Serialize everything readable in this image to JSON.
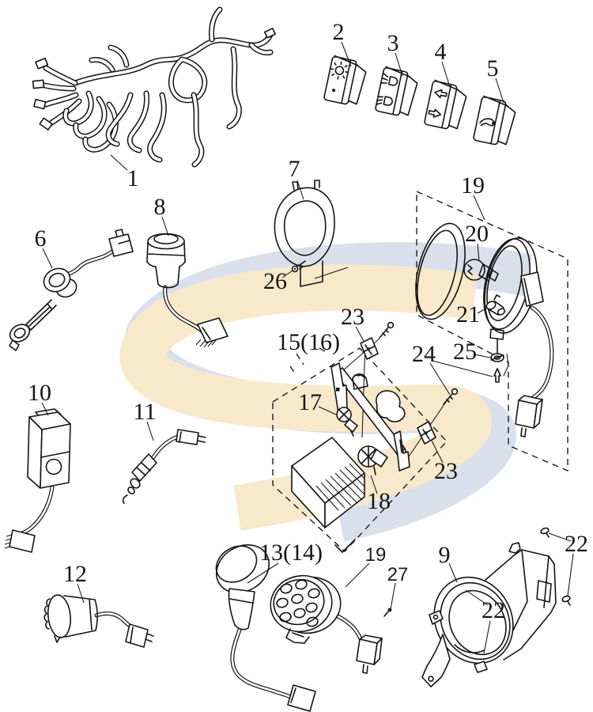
{
  "figure": {
    "background_color": "#ffffff",
    "line_color": "#141414",
    "watermark": {
      "front_s_color": "#f8e9cb",
      "back_s_color": "#d9e0ec"
    },
    "callouts": [
      {
        "id": "part-1",
        "text": "1"
      },
      {
        "id": "part-2",
        "text": "2"
      },
      {
        "id": "part-3",
        "text": "3"
      },
      {
        "id": "part-4",
        "text": "4"
      },
      {
        "id": "part-5",
        "text": "5"
      },
      {
        "id": "part-6",
        "text": "6"
      },
      {
        "id": "part-7",
        "text": "7"
      },
      {
        "id": "part-8",
        "text": "8"
      },
      {
        "id": "part-26",
        "text": "26"
      },
      {
        "id": "part-19-assembly",
        "text": "19"
      },
      {
        "id": "part-20",
        "text": "20"
      },
      {
        "id": "part-21",
        "text": "21"
      },
      {
        "id": "part-25",
        "text": "25"
      },
      {
        "id": "part-23-upper",
        "text": "23"
      },
      {
        "id": "part-15-16",
        "text": "15(16)"
      },
      {
        "id": "part-24",
        "text": "24"
      },
      {
        "id": "part-17",
        "text": "17"
      },
      {
        "id": "part-18",
        "text": "18"
      },
      {
        "id": "part-23-lower",
        "text": "23"
      },
      {
        "id": "part-10",
        "text": "10"
      },
      {
        "id": "part-11",
        "text": "11"
      },
      {
        "id": "part-12",
        "text": "12"
      },
      {
        "id": "part-13-14",
        "text": "13(14)"
      },
      {
        "id": "part-19-lamp",
        "text": "19"
      },
      {
        "id": "part-27",
        "text": "27"
      },
      {
        "id": "part-9",
        "text": "9"
      },
      {
        "id": "part-22-right",
        "text": "22"
      },
      {
        "id": "part-22-center",
        "text": "22"
      }
    ]
  }
}
